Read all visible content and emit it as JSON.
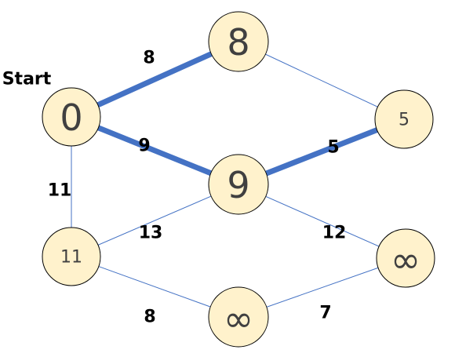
{
  "start_label": "Start",
  "colors": {
    "node_fill": "#FFF2CC",
    "node_stroke": "#000000",
    "node_text": "#404040",
    "edge_thin": "#4472C4",
    "edge_highlight": "#4472C4",
    "label_text": "#000000"
  },
  "nodes": [
    {
      "id": "A",
      "value": "0"
    },
    {
      "id": "B",
      "value": "8"
    },
    {
      "id": "C",
      "value": "5"
    },
    {
      "id": "D",
      "value": "9"
    },
    {
      "id": "E",
      "value": "11"
    },
    {
      "id": "F",
      "value": "∞"
    },
    {
      "id": "G",
      "value": "∞"
    }
  ],
  "edges": [
    {
      "from": "A",
      "to": "B",
      "weight": "8",
      "highlighted": true
    },
    {
      "from": "A",
      "to": "D",
      "weight": "9",
      "highlighted": true
    },
    {
      "from": "D",
      "to": "C",
      "weight": "5",
      "highlighted": true
    },
    {
      "from": "B",
      "to": "C",
      "weight": "",
      "highlighted": false
    },
    {
      "from": "A",
      "to": "E",
      "weight": "11",
      "highlighted": false
    },
    {
      "from": "E",
      "to": "D",
      "weight": "13",
      "highlighted": false
    },
    {
      "from": "D",
      "to": "F",
      "weight": "12",
      "highlighted": false
    },
    {
      "from": "E",
      "to": "G",
      "weight": "8",
      "highlighted": false
    },
    {
      "from": "G",
      "to": "F",
      "weight": "7",
      "highlighted": false
    }
  ]
}
